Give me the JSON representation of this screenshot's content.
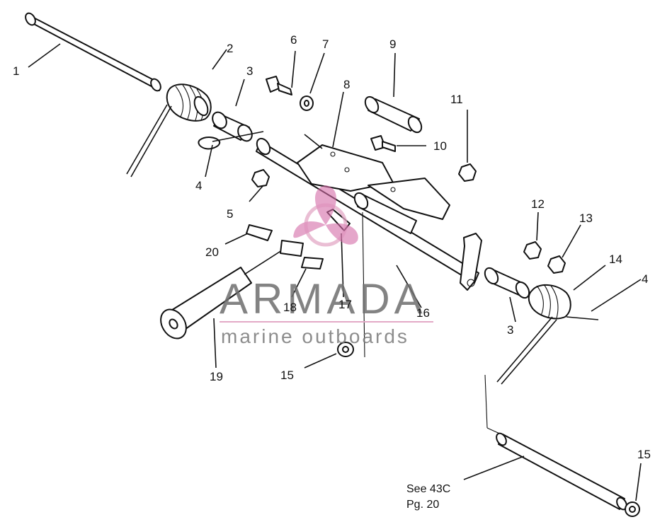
{
  "labels": [
    "1",
    "2",
    "3",
    "4",
    "5",
    "6",
    "7",
    "8",
    "9",
    "10",
    "11",
    "12",
    "13",
    "14",
    "15",
    "16",
    "17",
    "18",
    "19",
    "20"
  ],
  "extra_labels": {
    "label_3b": "3",
    "label_4b": "4",
    "label_15b": "15"
  },
  "reference_note": {
    "line1": "See 43C",
    "line2": "Pg. 20"
  },
  "watermark": {
    "title": "ARMADA",
    "subtitle": "marine outboards",
    "logo_color": "#e3a9c6",
    "logo_accent": "#d36aa6"
  }
}
